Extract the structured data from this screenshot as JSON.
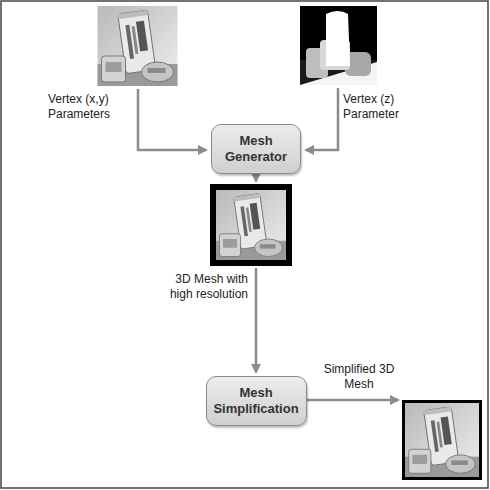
{
  "diagram": {
    "nodes": [
      {
        "text": [
          "Mesh Generator"
        ]
      },
      {
        "text": [
          "Mesh Simplification"
        ]
      }
    ],
    "labels": [
      "Vertex (x,y) Parameters",
      "Vertex (z) Parameter",
      "3D Mesh with high resolution",
      "Simplified 3D Mesh"
    ]
  }
}
